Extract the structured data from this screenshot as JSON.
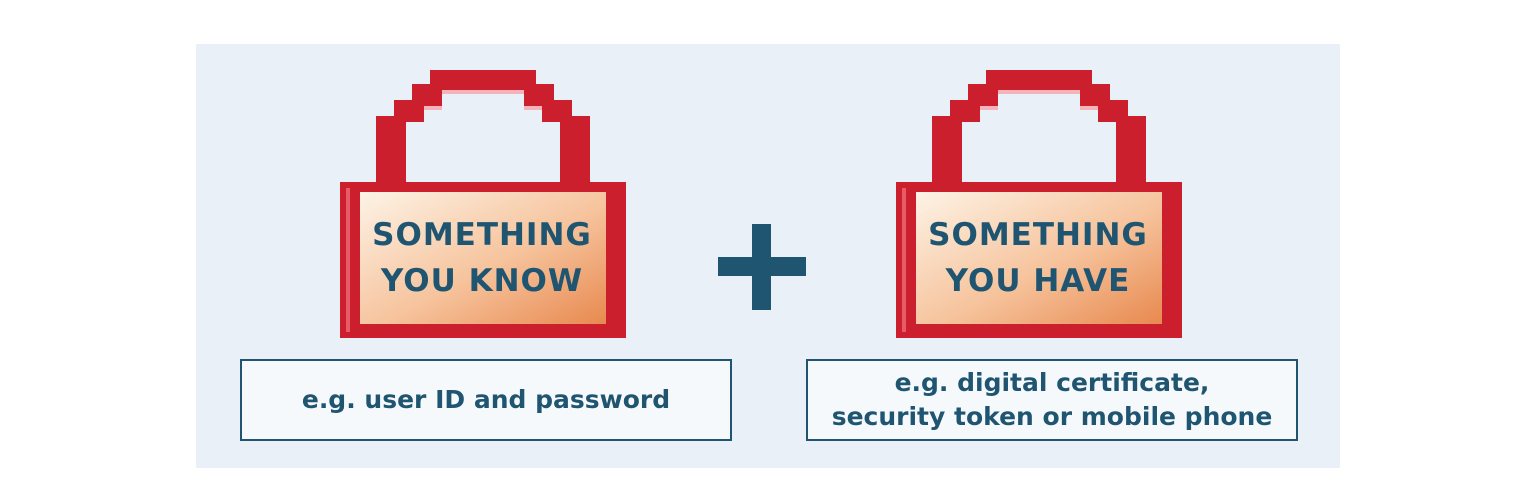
{
  "locks": [
    {
      "line1": "SOMETHING",
      "line2": "YOU KNOW",
      "example": "e.g. user ID and password"
    },
    {
      "line1": "SOMETHING",
      "line2": "YOU HAVE",
      "example_line1": "e.g. digital certificate,",
      "example_line2": "security token or mobile phone"
    }
  ],
  "colors": {
    "lock_red": "#cc1f2d",
    "plate_orange": "#f2a776",
    "text_teal": "#1f5570",
    "panel_bg": "#e9f0f8"
  },
  "icons": [
    "padlock-icon",
    "plus-icon",
    "padlock-icon"
  ]
}
